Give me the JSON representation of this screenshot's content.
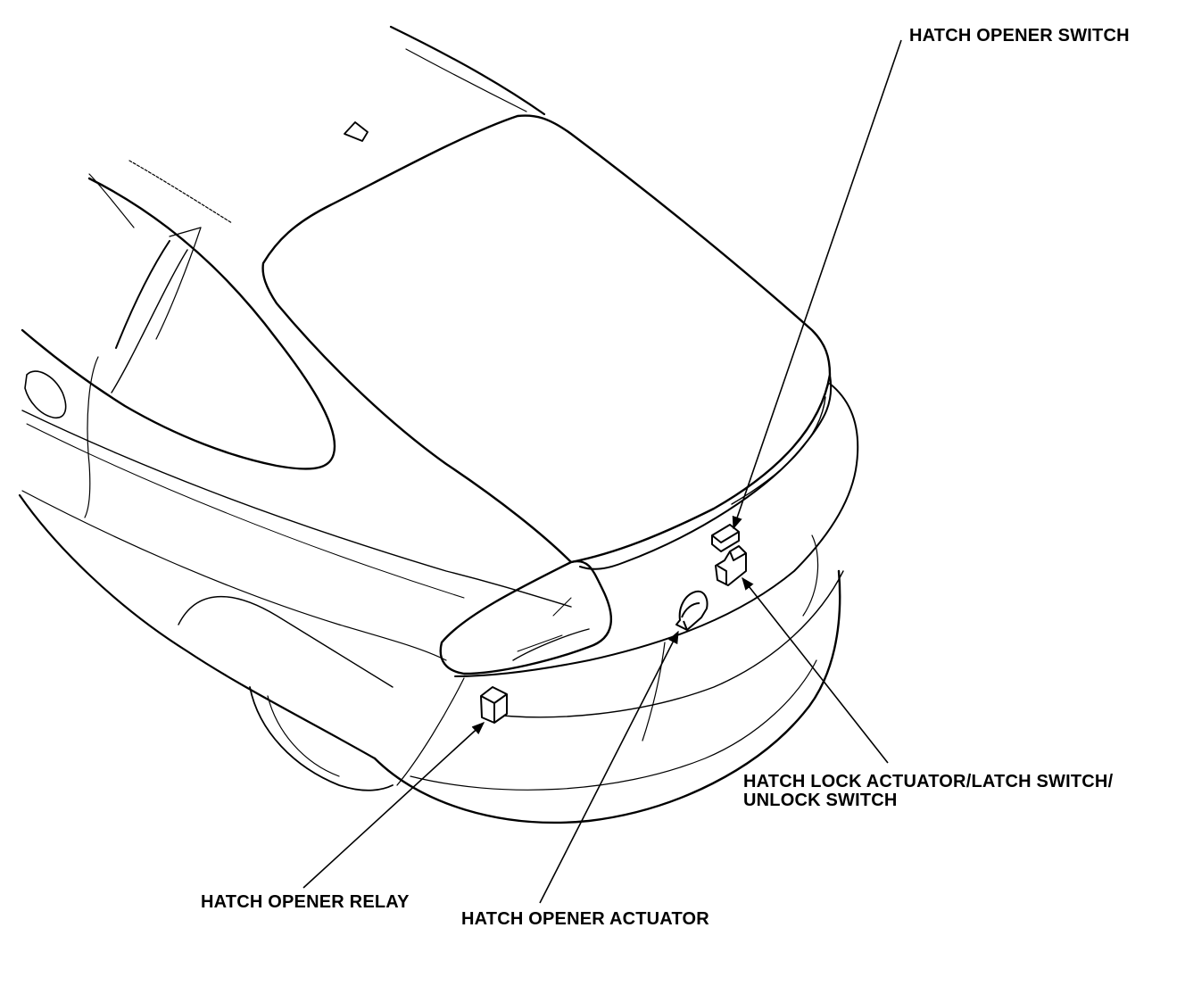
{
  "labels": {
    "hatch_opener_switch": "HATCH OPENER SWITCH",
    "hatch_lock_actuator_line1": "HATCH LOCK ACTUATOR/LATCH SWITCH/",
    "hatch_lock_actuator_line2": "UNLOCK SWITCH",
    "hatch_opener_relay": "HATCH OPENER RELAY",
    "hatch_opener_actuator": "HATCH OPENER ACTUATOR"
  },
  "colors": {
    "line": "#000000",
    "background": "#ffffff"
  }
}
